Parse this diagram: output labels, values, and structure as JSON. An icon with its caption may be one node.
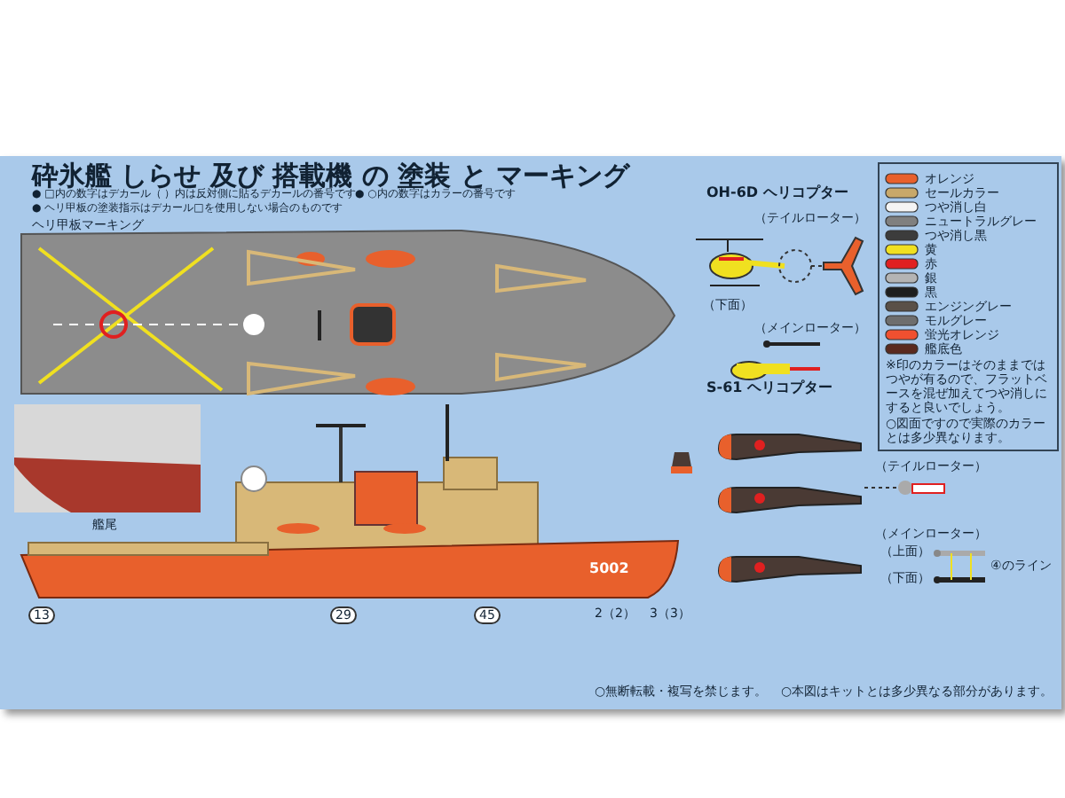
{
  "diagram": {
    "title": "砕氷艦 しらせ 及び 搭載機 の 塗装 と マーキング",
    "labels": [
      "● □内の数字はデカール（ ）内は反対側に貼るデカールの番号です",
      "● ○内の数字はカラーの番号です",
      "● ヘリ甲板の塗装指示はデカール□を使用しない場合のものです",
      "ヘリ甲板マーキング",
      "艦尾",
      "OH-6D ヘリコプター",
      "（テイルローター）",
      "（下面）",
      "（メインローター）",
      "S-61 ヘリコプター",
      "（テイルローター）",
      "（メインローター）",
      "（上面）",
      "5002",
      "④のライン",
      "（下面）",
      "13",
      "29",
      "45",
      "2（2）",
      "3（3）",
      "※印のカラーはそのままではつやが有るので、フラットベースを混ぜ加えてつや消しにすると良いでしょう。",
      "○図面ですので実際のカラーとは多少異なります。",
      "○無断転載・複写を禁じます。",
      "○本図はキットとは多少異なる部分があります。"
    ],
    "legend": [
      {
        "text": "オレンジ",
        "color": "#e8602c"
      },
      {
        "text": "セールカラー",
        "color": "#c8a86a"
      },
      {
        "text": "つや消し白",
        "color": "#f4f4f4"
      },
      {
        "text": "ニュートラルグレー",
        "color": "#808080"
      },
      {
        "text": "つや消し黒",
        "color": "#3c3c3c"
      },
      {
        "text": "黄",
        "color": "#f0e020"
      },
      {
        "text": "赤",
        "color": "#e02020"
      },
      {
        "text": "銀",
        "color": "#b4b4b4"
      },
      {
        "text": "黒",
        "color": "#1e1e1e"
      },
      {
        "text": "エンジングレー",
        "color": "#5a5048"
      },
      {
        "text": "モルグレー",
        "color": "#6e6e6e"
      },
      {
        "text": "蛍光オレンジ",
        "color": "#f05030"
      },
      {
        "text": "艦底色",
        "color": "#5a2a20"
      }
    ]
  }
}
